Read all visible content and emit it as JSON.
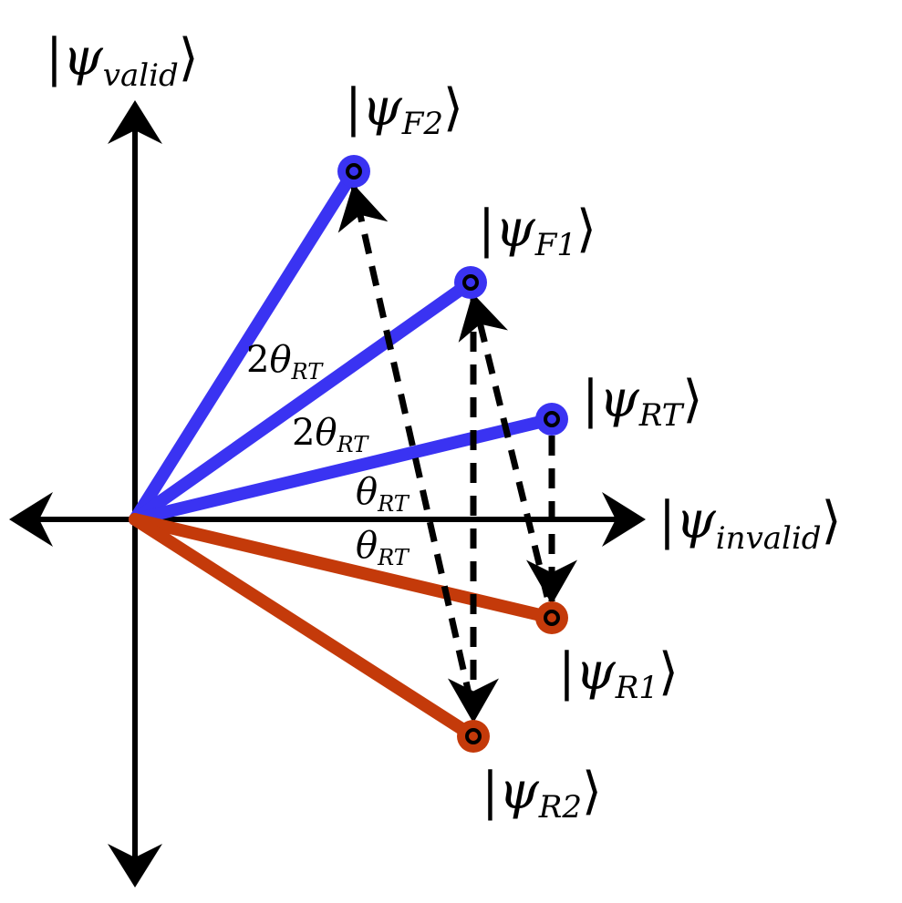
{
  "diagram": {
    "colors": {
      "axis": "#000000",
      "forward_vector": "#3a33f2",
      "reflected_vector": "#c43a0a",
      "projection": "#000000"
    },
    "axes": {
      "vertical": {
        "bra": "|",
        "psi": "ψ",
        "sub": "valid",
        "ket": "⟩"
      },
      "horizontal": {
        "bra": "|",
        "psi": "ψ",
        "sub": "invalid",
        "ket": "⟩"
      }
    },
    "states": [
      {
        "id": "F2",
        "bra": "|",
        "psi": "ψ",
        "sub": "F2",
        "ket": "⟩",
        "kind": "forward"
      },
      {
        "id": "F1",
        "bra": "|",
        "psi": "ψ",
        "sub": "F1",
        "ket": "⟩",
        "kind": "forward"
      },
      {
        "id": "RT",
        "bra": "|",
        "psi": "ψ",
        "sub": "RT",
        "ket": "⟩",
        "kind": "forward"
      },
      {
        "id": "R1",
        "bra": "|",
        "psi": "ψ",
        "sub": "R1",
        "ket": "⟩",
        "kind": "reflected"
      },
      {
        "id": "R2",
        "bra": "|",
        "psi": "ψ",
        "sub": "R2",
        "ket": "⟩",
        "kind": "reflected"
      }
    ],
    "angles": [
      {
        "id": "a1",
        "coef": "2",
        "theta": "θ",
        "sub": "RT"
      },
      {
        "id": "a2",
        "coef": "2",
        "theta": "θ",
        "sub": "RT"
      },
      {
        "id": "a3",
        "coef": "",
        "theta": "θ",
        "sub": "RT"
      },
      {
        "id": "a4",
        "coef": "",
        "theta": "θ",
        "sub": "RT"
      }
    ],
    "projections": [
      {
        "from": "F2",
        "to": "R2"
      },
      {
        "from": "F1",
        "to": "R2"
      },
      {
        "from": "F1",
        "to": "R1"
      },
      {
        "from": "RT",
        "to": "R1"
      }
    ]
  }
}
